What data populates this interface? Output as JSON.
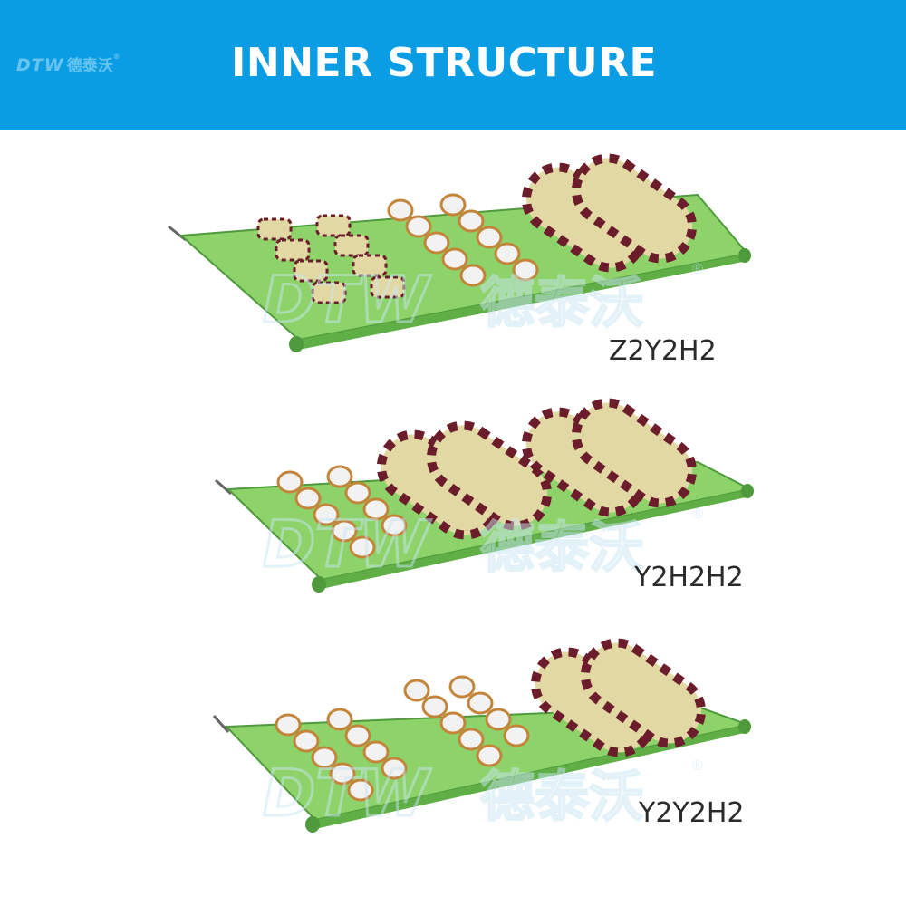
{
  "header": {
    "logo_latin": "DTW",
    "logo_cn": "德泰沃",
    "logo_reg": "®",
    "title": "INNER STRUCTURE"
  },
  "watermark": {
    "latin": "DTW",
    "cn": "德泰沃",
    "reg": "®"
  },
  "panels": [
    {
      "label": "Z2Y2H2"
    },
    {
      "label": "Y2H2H2"
    },
    {
      "label": "Y2Y2H2"
    }
  ],
  "colors": {
    "header_bg": "#0b9de3",
    "board_green": "#8ed36a",
    "board_edge": "#4e9a3c",
    "stripe_dark": "#6b1d2b",
    "stripe_light": "#e2d8a4",
    "label_text": "#2a2a2a"
  }
}
